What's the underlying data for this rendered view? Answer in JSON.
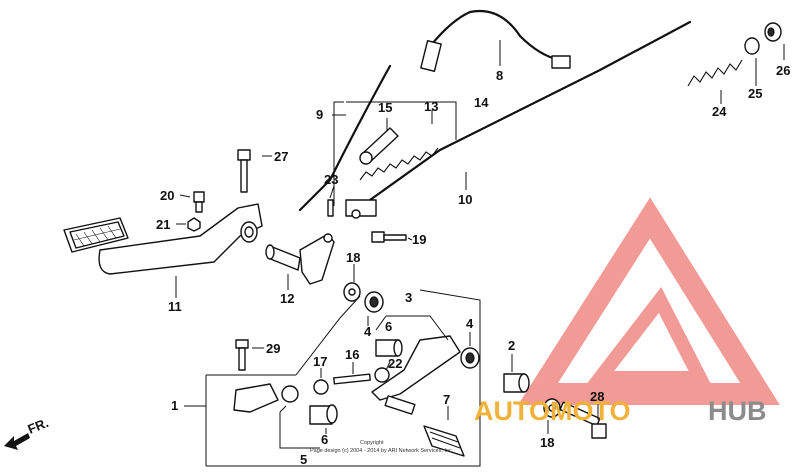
{
  "diagram": {
    "parts": [
      {
        "id": "p1",
        "label": "1"
      },
      {
        "id": "p2",
        "label": "2"
      },
      {
        "id": "p3",
        "label": "3"
      },
      {
        "id": "p4a",
        "label": "4"
      },
      {
        "id": "p4b",
        "label": "4"
      },
      {
        "id": "p5",
        "label": "5"
      },
      {
        "id": "p6a",
        "label": "6"
      },
      {
        "id": "p6b",
        "label": "6"
      },
      {
        "id": "p7",
        "label": "7"
      },
      {
        "id": "p8",
        "label": "8"
      },
      {
        "id": "p9",
        "label": "9"
      },
      {
        "id": "p10",
        "label": "10"
      },
      {
        "id": "p11",
        "label": "11"
      },
      {
        "id": "p12",
        "label": "12"
      },
      {
        "id": "p13",
        "label": "13"
      },
      {
        "id": "p14",
        "label": "14"
      },
      {
        "id": "p15",
        "label": "15"
      },
      {
        "id": "p16",
        "label": "16"
      },
      {
        "id": "p17",
        "label": "17"
      },
      {
        "id": "p18a",
        "label": "18"
      },
      {
        "id": "p18b",
        "label": "18"
      },
      {
        "id": "p19",
        "label": "19"
      },
      {
        "id": "p20",
        "label": "20"
      },
      {
        "id": "p21",
        "label": "21"
      },
      {
        "id": "p22",
        "label": "22"
      },
      {
        "id": "p23",
        "label": "23"
      },
      {
        "id": "p24",
        "label": "24"
      },
      {
        "id": "p25",
        "label": "25"
      },
      {
        "id": "p26",
        "label": "26"
      },
      {
        "id": "p27",
        "label": "27"
      },
      {
        "id": "p28",
        "label": "28"
      },
      {
        "id": "p29",
        "label": "29"
      }
    ],
    "front_arrow_label": "FR.",
    "copyright_line1": "Copyright",
    "copyright_line2": "Page design (c) 2004 - 2014 by ARI Network Services, Inc."
  },
  "watermark": {
    "logo_text_part1": "AUTOMOTO",
    "logo_text_part2": "HUB",
    "colors": {
      "triangle": "#f08a84",
      "text_orange": "#f2b23a",
      "text_gray": "#8c8c8c"
    }
  }
}
